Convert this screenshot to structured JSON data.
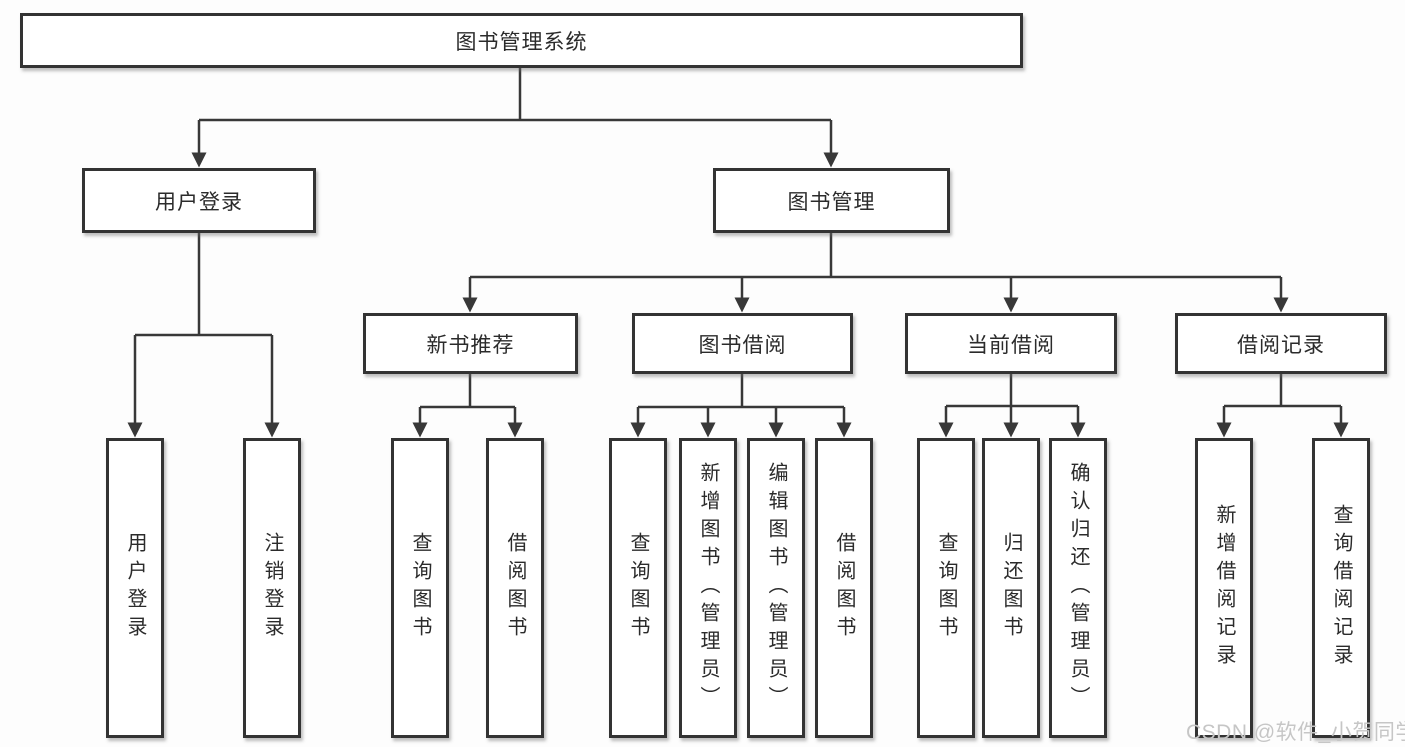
{
  "diagram": {
    "tree": {
      "label": "图书管理系统",
      "children": [
        {
          "label": "用户登录",
          "children": [
            {
              "label": "用户登录"
            },
            {
              "label": "注销登录"
            }
          ]
        },
        {
          "label": "图书管理",
          "children": [
            {
              "label": "新书推荐",
              "children": [
                {
                  "label": "查询图书"
                },
                {
                  "label": "借阅图书"
                }
              ]
            },
            {
              "label": "图书借阅",
              "children": [
                {
                  "label": "查询图书"
                },
                {
                  "label": "新增图书（管理员）"
                },
                {
                  "label": "编辑图书（管理员）"
                },
                {
                  "label": "借阅图书"
                }
              ]
            },
            {
              "label": "当前借阅",
              "children": [
                {
                  "label": "查询图书"
                },
                {
                  "label": "归还图书"
                },
                {
                  "label": "确认归还（管理员）"
                }
              ]
            },
            {
              "label": "借阅记录",
              "children": [
                {
                  "label": "新增借阅记录"
                },
                {
                  "label": "查询借阅记录"
                }
              ]
            }
          ]
        }
      ]
    },
    "colors": {
      "line": "#383838",
      "box_border": "#333333",
      "box_background": "#ffffff",
      "text": "#2b2b2b",
      "watermark": "#c6c6c6",
      "background": "#fdfdfd"
    }
  },
  "watermark": {
    "text": "CSDN @软件_小贺同学"
  }
}
